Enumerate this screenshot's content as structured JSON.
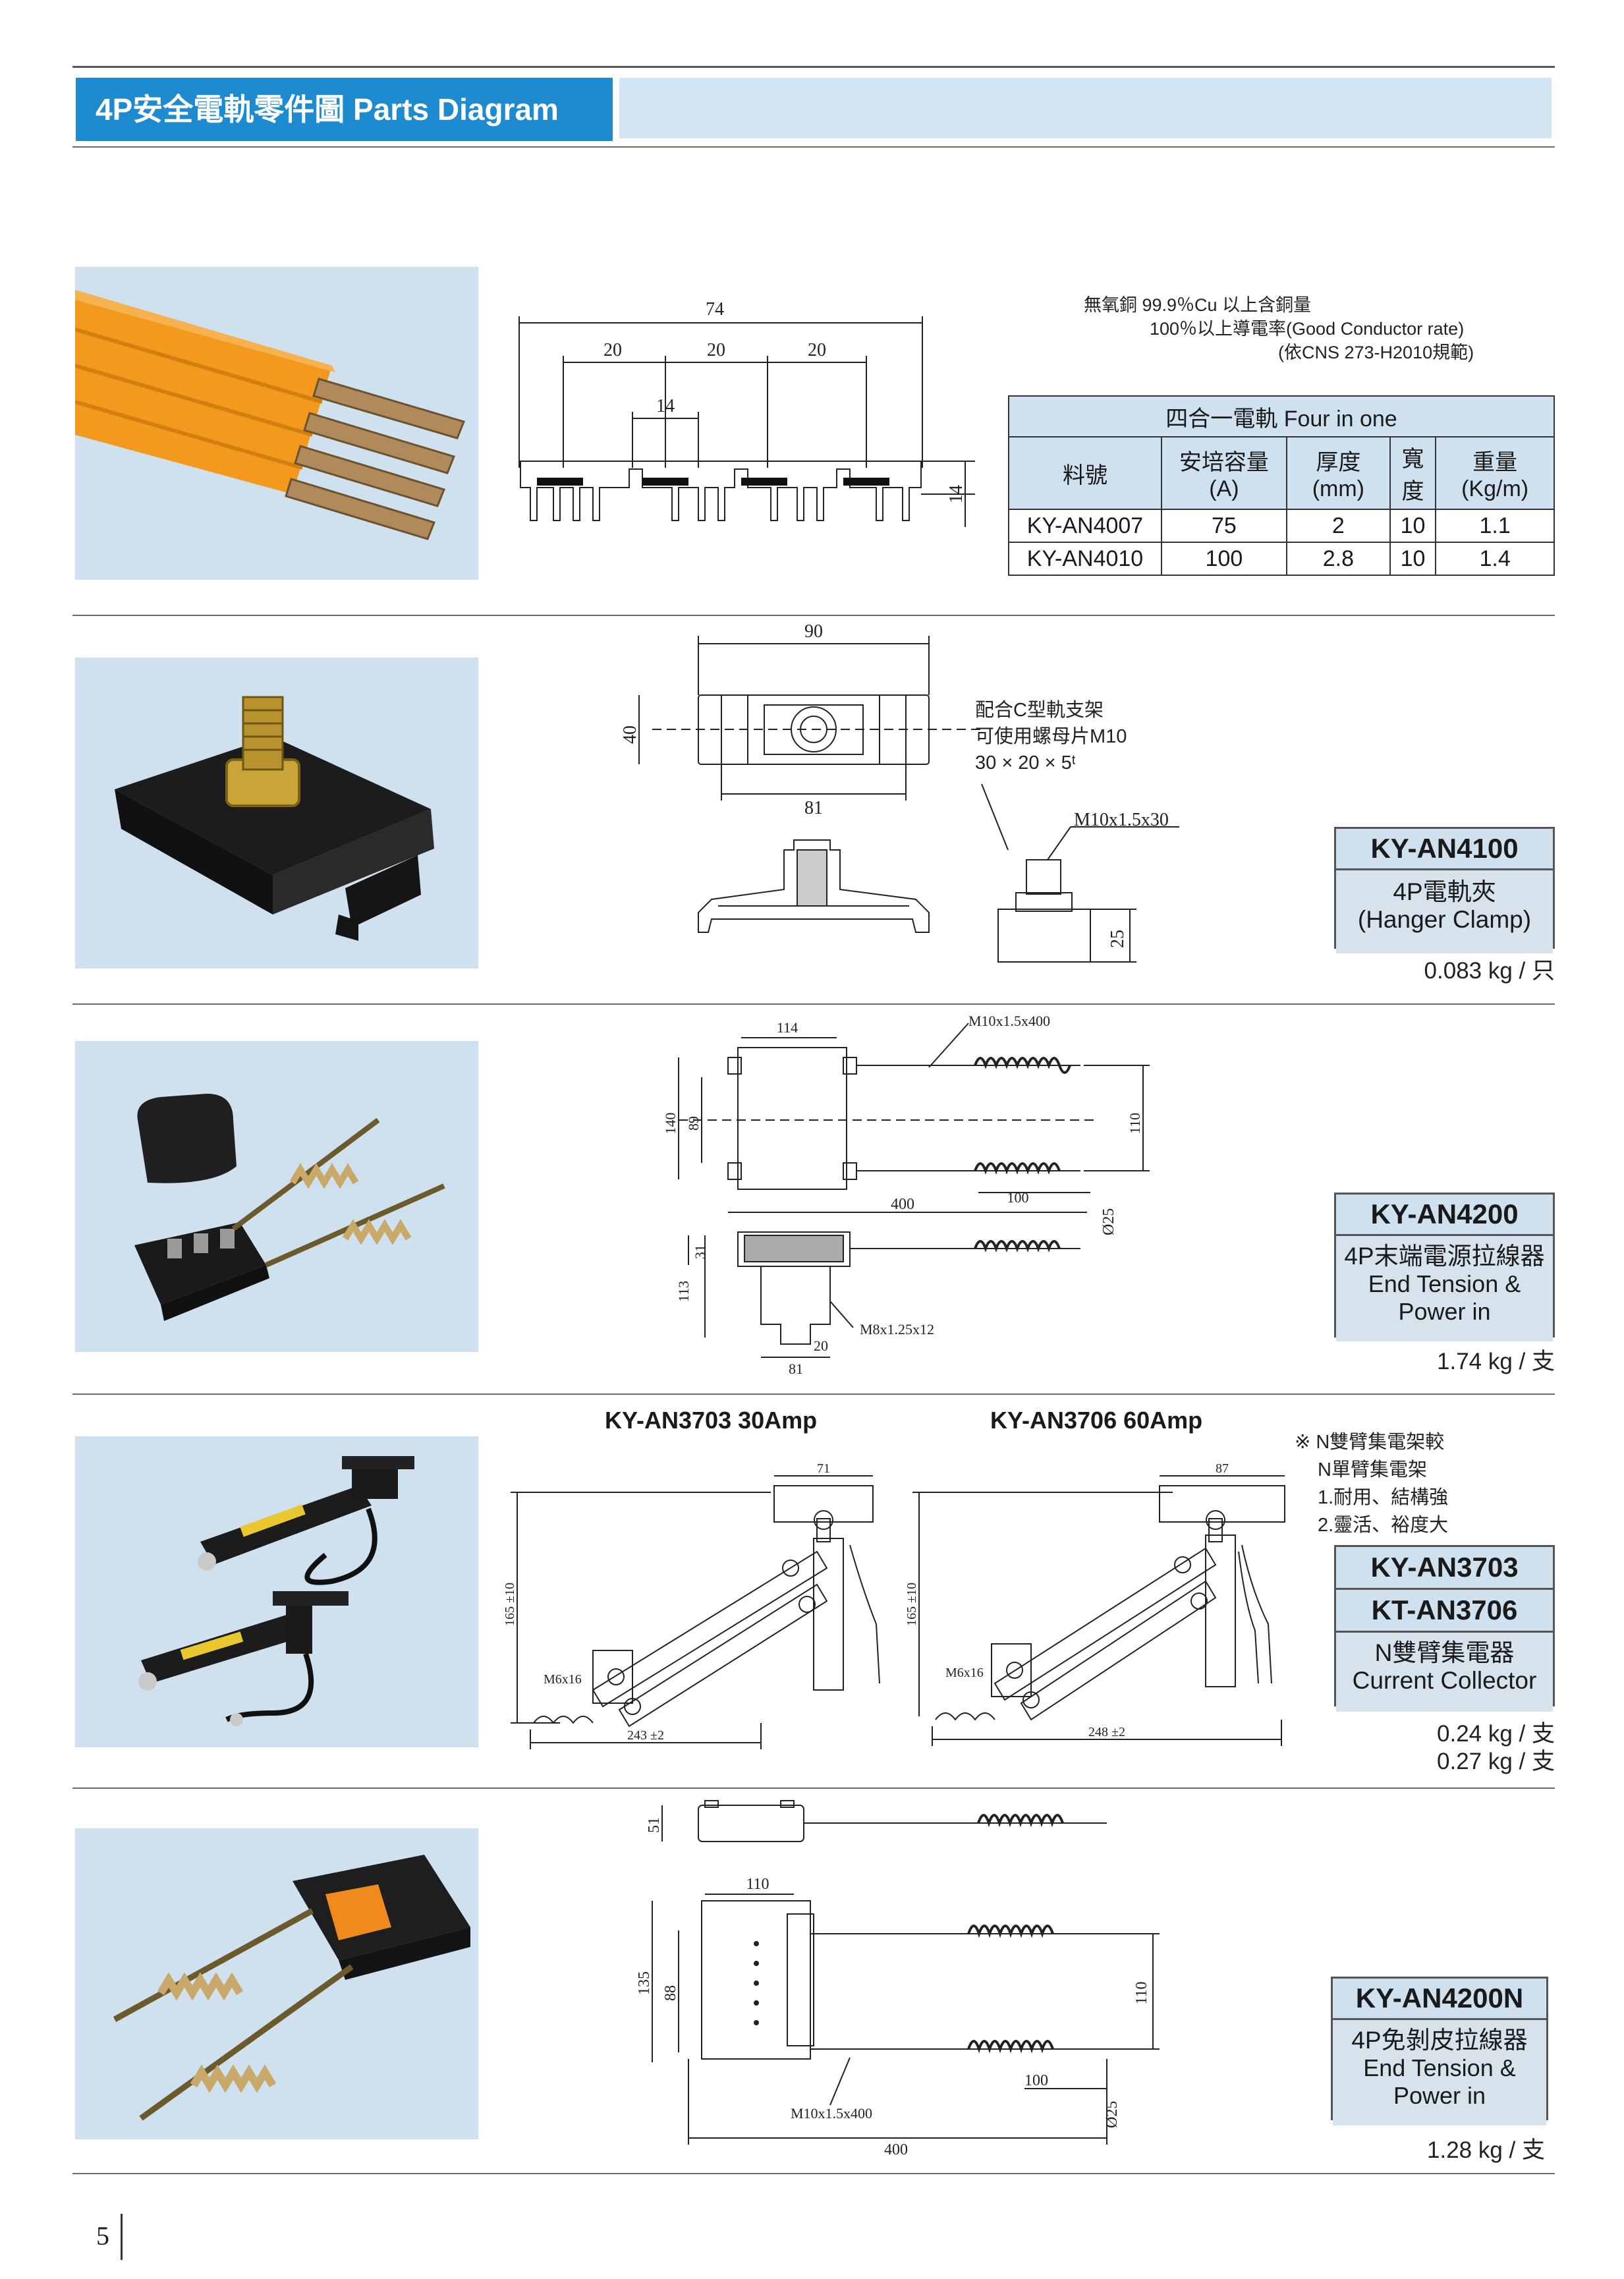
{
  "header": {
    "title": "4P安全電軌零件圖 Parts Diagram"
  },
  "section1": {
    "notes": [
      "無氧銅 99.9％Cu 以上含銅量",
      "100％以上導電率(Good Conductor rate)",
      "(依CNS 273-H2010規範)"
    ],
    "dims": {
      "total": "74",
      "pitch1": "20",
      "pitch2": "20",
      "pitch3": "20",
      "gap": "14",
      "height": "14"
    },
    "table": {
      "title": "四合一電軌 Four in one",
      "headers": [
        "料號",
        "安培容量 (A)",
        "厚度 (mm)",
        "寬度",
        "重量 (Kg/m)"
      ],
      "rows": [
        [
          "KY-AN4007",
          "75",
          "2",
          "10",
          "1.1"
        ],
        [
          "KY-AN4010",
          "100",
          "2.8",
          "10",
          "1.4"
        ]
      ]
    }
  },
  "section2": {
    "dims": {
      "width": "90",
      "height": "40",
      "inner": "81",
      "bolt": "M10x1.5x30",
      "side": "25"
    },
    "notes": [
      "配合C型軌支架",
      "可使用螺母片M10",
      "30 × 20 × 5ᵗ"
    ],
    "code": "KY-AN4100",
    "desc": [
      "4P電軌夾",
      "(Hanger Clamp)"
    ],
    "weight": "0.083 kg / 只"
  },
  "section3": {
    "dims": {
      "top": "114",
      "bolt": "M10x1.5x400",
      "h140": "140",
      "h89": "89",
      "h110": "110",
      "w400": "400",
      "s100": "100",
      "d25": "Ø25",
      "h31": "31",
      "h113": "113",
      "m8": "M8x1.25x12",
      "w20": "20",
      "w81": "81"
    },
    "code": "KY-AN4200",
    "desc": [
      "4P末端電源拉線器",
      "End Tension &",
      "Power in"
    ],
    "weight": "1.74 kg / 支"
  },
  "section4": {
    "model_a": "KY-AN3703  30Amp",
    "model_b": "KY-AN3706  60Amp",
    "dims_a": {
      "top": "71",
      "h": "165 ±10",
      "bolt": "M6x16",
      "w": "243 ±2"
    },
    "dims_b": {
      "top": "87",
      "h": "165 ±10",
      "bolt": "M6x16",
      "w": "248 ±2"
    },
    "notes": [
      "※ N雙臂集電架較",
      "N單臂集電架",
      "1.耐用、結構強",
      "2.靈活、裕度大"
    ],
    "codes": [
      "KY-AN3703",
      "KT-AN3706"
    ],
    "desc": [
      "N雙臂集電器",
      "Current Collector"
    ],
    "weights": [
      "0.24 kg / 支",
      "0.27 kg / 支"
    ]
  },
  "section5": {
    "dims": {
      "h51": "51",
      "w110": "110",
      "h135": "135",
      "h88": "88",
      "h110": "110",
      "s100": "100",
      "d25": "Ø25",
      "bolt": "M10x1.5x400",
      "w400": "400"
    },
    "code": "KY-AN4200N",
    "desc": [
      "4P免剝皮拉線器",
      "End Tension &",
      "Power in"
    ],
    "weight": "1.28 kg / 支"
  },
  "page": {
    "number": "5"
  },
  "colors": {
    "accent": "#1e8ad0",
    "band": "#d2e6f5",
    "panel": "#cfe1ee",
    "rail_orange": "#f39a1e"
  }
}
